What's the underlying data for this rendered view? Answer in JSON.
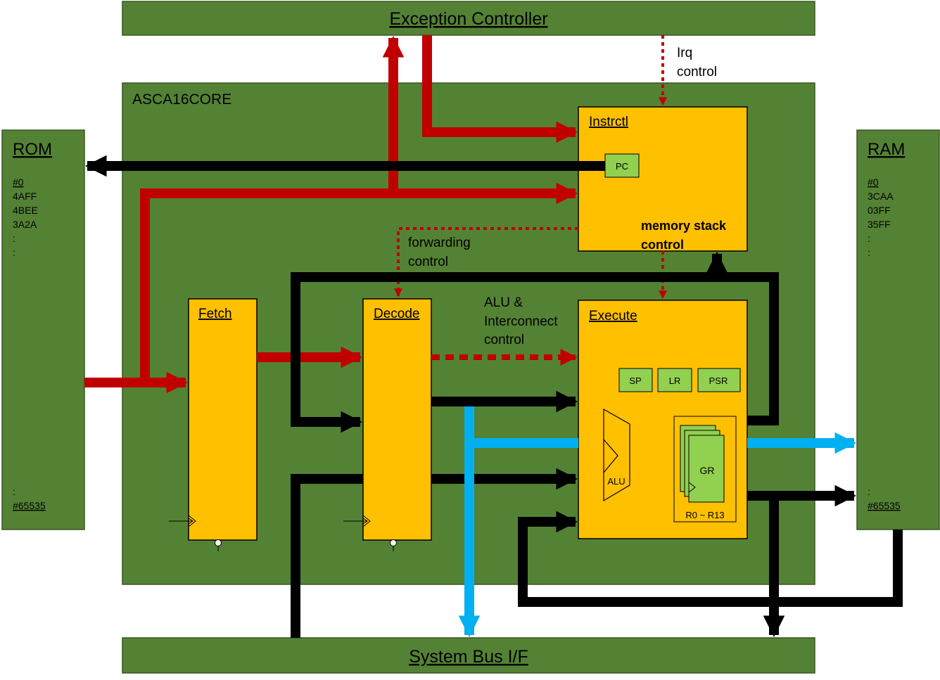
{
  "exception_controller": {
    "title": "Exception Controller"
  },
  "irq_control": {
    "line1": "Irq",
    "line2": "control"
  },
  "core": {
    "title": "ASCA16CORE"
  },
  "rom": {
    "title": "ROM",
    "entries": [
      "#0",
      "4AFF",
      "4BEE",
      "3A2A",
      ":",
      ":"
    ],
    "tail": [
      ":",
      "#65535"
    ]
  },
  "ram": {
    "title": "RAM",
    "entries": [
      "#0",
      "3CAA",
      "03FF",
      "35FF",
      ":",
      ":"
    ],
    "tail": [
      ":",
      "#65535"
    ]
  },
  "instrctl": {
    "title": "Instrctl",
    "pc": "PC",
    "memory_stack_line1": "memory stack",
    "memory_stack_line2": "control"
  },
  "forwarding": {
    "line1": "forwarding",
    "line2": "control"
  },
  "alu_ctrl": {
    "line1": "ALU &",
    "line2": "Interconnect",
    "line3": "control"
  },
  "fetch": {
    "title": "Fetch"
  },
  "decode": {
    "title": "Decode"
  },
  "execute": {
    "title": "Execute",
    "sp": "SP",
    "lr": "LR",
    "psr": "PSR",
    "alu": "ALU",
    "gr": "GR",
    "gr_range": "R0 ~ R13"
  },
  "system_bus": {
    "title": "System Bus I/F"
  },
  "colors": {
    "green": "#548235",
    "yellow": "#FFC000",
    "light_green": "#92D050",
    "red": "#C00000",
    "black": "#000000",
    "blue": "#00B0F0"
  }
}
